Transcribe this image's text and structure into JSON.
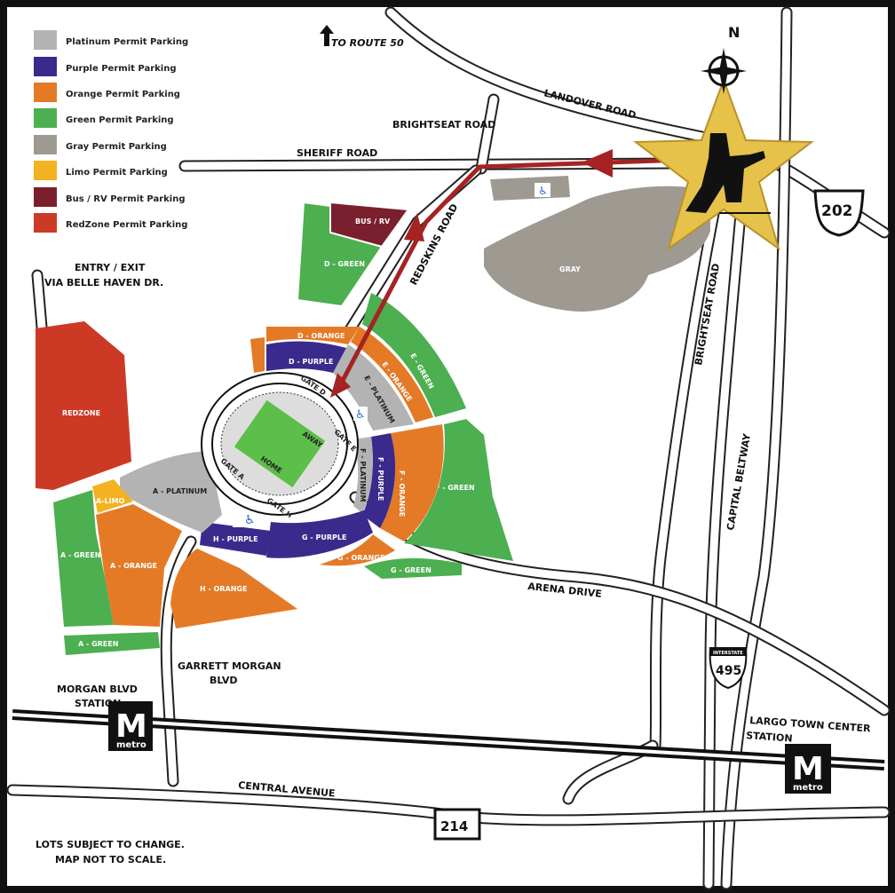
{
  "legend": [
    {
      "label": "Platinum Permit  Parking",
      "color": "#b3b3b3"
    },
    {
      "label": "Purple Permit Parking",
      "color": "#3a2a8c"
    },
    {
      "label": "Orange Permit Parking",
      "color": "#e47a26"
    },
    {
      "label": "Green Permit Parking",
      "color": "#4caf50"
    },
    {
      "label": "Gray Permit Parking",
      "color": "#9e9a92"
    },
    {
      "label": "Limo Permit Parking",
      "color": "#f2b221"
    },
    {
      "label": "Bus / RV Permit Parking",
      "color": "#7a1f2e"
    },
    {
      "label": "RedZone Permit Parking",
      "color": "#cc3a26"
    }
  ],
  "roads": {
    "to_route_50": "TO ROUTE 50",
    "landover": "LANDOVER ROAD",
    "brightseat_top": "BRIGHTSEAT ROAD",
    "sheriff": "SHERIFF ROAD",
    "redskins": "REDSKINS ROAD",
    "brightseat_side": "BRIGHTSEAT ROAD",
    "capital_beltway": "CAPITAL BELTWAY",
    "arena": "ARENA DRIVE",
    "garrett_1": "GARRETT MORGAN",
    "garrett_2": "BLVD",
    "central": "CENTRAL AVENUE"
  },
  "entry": {
    "line1": "ENTRY / EXIT",
    "line2": "VIA BELLE HAVEN DR."
  },
  "stations": {
    "morgan_1": "MORGAN BLVD",
    "morgan_2": "STATION",
    "largo_1": "LARGO TOWN CENTER",
    "largo_2": "STATION",
    "metro_letter": "M",
    "metro_word": "metro"
  },
  "shields": {
    "us202": "202",
    "md214": "214",
    "i495": "495",
    "interstate": "INTERSTATE"
  },
  "compass": "N",
  "lots": {
    "bus_rv": "BUS / RV",
    "d_green": "D - GREEN",
    "gray": "GRAY",
    "redzone": "REDZONE",
    "d_orange": "D - ORANGE",
    "d_purple": "D - PURPLE",
    "e_green": "E - GREEN",
    "e_orange": "E - ORANGE",
    "e_platinum": "E - PLATINUM",
    "f_platinum": "F - PLATINUM",
    "f_purple": "F - PURPLE",
    "f_orange": "F - ORANGE",
    "f_green": "F - GREEN",
    "a_platinum": "A - PLATINUM",
    "a_limo": "A-LIMO",
    "a_green": "A - GREEN",
    "a_orange": "A - ORANGE",
    "a_green_small": "A - GREEN",
    "h_purple": "H - PURPLE",
    "h_orange": "H - ORANGE",
    "g_purple": "G - PURPLE",
    "g_orange": "G - ORANGE",
    "g_green": "G - GREEN"
  },
  "gates": {
    "d": "GATE D",
    "e": "GATE E",
    "a": "GATE A",
    "h": "GATE H",
    "away": "AWAY",
    "home": "HOME"
  },
  "disclaimer": {
    "line1": "LOTS SUBJECT TO CHANGE.",
    "line2": "MAP NOT TO SCALE."
  }
}
